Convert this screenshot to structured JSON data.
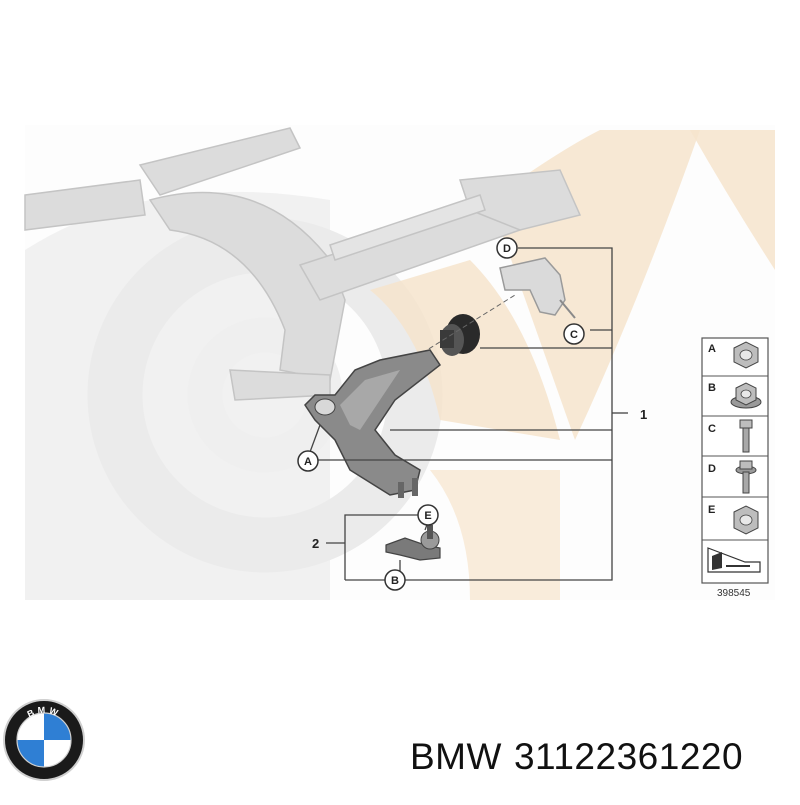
{
  "diagram": {
    "callouts": {
      "A": "A",
      "B": "B",
      "C": "C",
      "D": "D",
      "E": "E"
    },
    "assembly_numbers": {
      "part_1": "1",
      "part_2": "2"
    },
    "legend": {
      "items": [
        {
          "letter": "A",
          "icon": "lock-nut-icon"
        },
        {
          "letter": "B",
          "icon": "flange-nut-icon"
        },
        {
          "letter": "C",
          "icon": "bolt-icon"
        },
        {
          "letter": "D",
          "icon": "flange-bolt-icon"
        },
        {
          "letter": "E",
          "icon": "lock-nut-icon"
        }
      ],
      "footer_icon": "reference-arrow-icon"
    },
    "image_number": "398545",
    "colors": {
      "watermark_grey": "#ebebeb",
      "watermark_tan": "#f6e4cc",
      "part_grey": "#c9c9c9",
      "part_dark": "#6e6e6e",
      "line": "#444444"
    }
  },
  "footer": {
    "brand": "BMW",
    "part_number": "31122361220"
  },
  "logo": {
    "letters": "BMW",
    "colors": {
      "blue": "#2f7fd4",
      "white": "#ffffff",
      "ring": "#1a1a1a"
    }
  }
}
